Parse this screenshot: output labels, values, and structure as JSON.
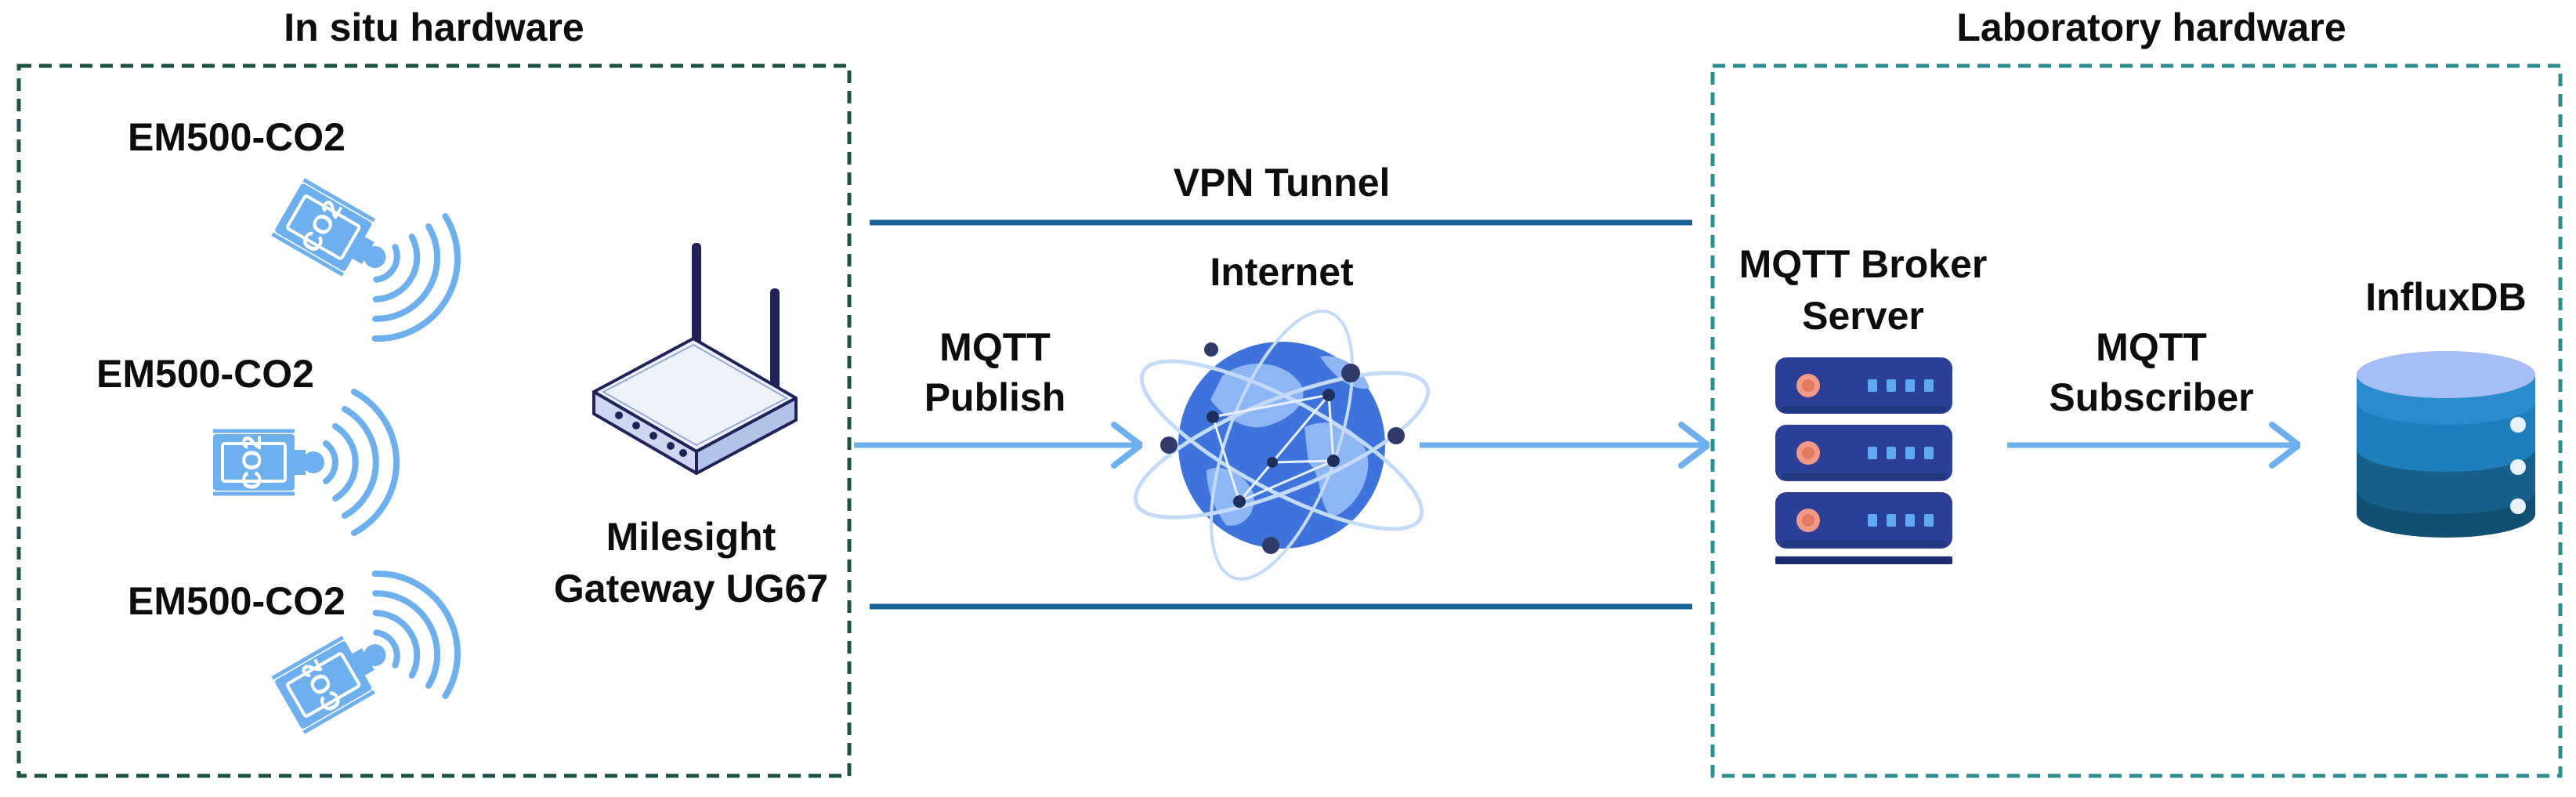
{
  "colors": {
    "in_situ_border": "#1d5247",
    "lab_border": "#2e8d91",
    "tunnel_line": "#1a6396",
    "flow_arrow": "#6eb0ee",
    "sensor_blue": "#6eb0ee",
    "globe_blue": "#3f73dc",
    "server_navy": "#2b3f96",
    "db_blue": "#1f7fba"
  },
  "in_situ": {
    "title": "In situ hardware",
    "sensors": [
      {
        "label": "EM500-CO2",
        "badge": "CO2"
      },
      {
        "label": "EM500-CO2",
        "badge": "CO2"
      },
      {
        "label": "EM500-CO2",
        "badge": "CO2"
      }
    ],
    "gateway": {
      "line1": "Milesight",
      "line2": "Gateway UG67"
    }
  },
  "network": {
    "vpn_label": "VPN Tunnel",
    "internet_label": "Internet",
    "publish_line1": "MQTT",
    "publish_line2": "Publish"
  },
  "laboratory": {
    "title": "Laboratory hardware",
    "broker_line1": "MQTT Broker",
    "broker_line2": "Server",
    "subscriber_line1": "MQTT",
    "subscriber_line2": "Subscriber",
    "database_label": "InfluxDB"
  },
  "icons": {
    "sensor": "co2-sensor-icon",
    "gateway": "router-icon",
    "internet": "globe-icon",
    "broker": "server-rack-icon",
    "database": "database-icon"
  }
}
